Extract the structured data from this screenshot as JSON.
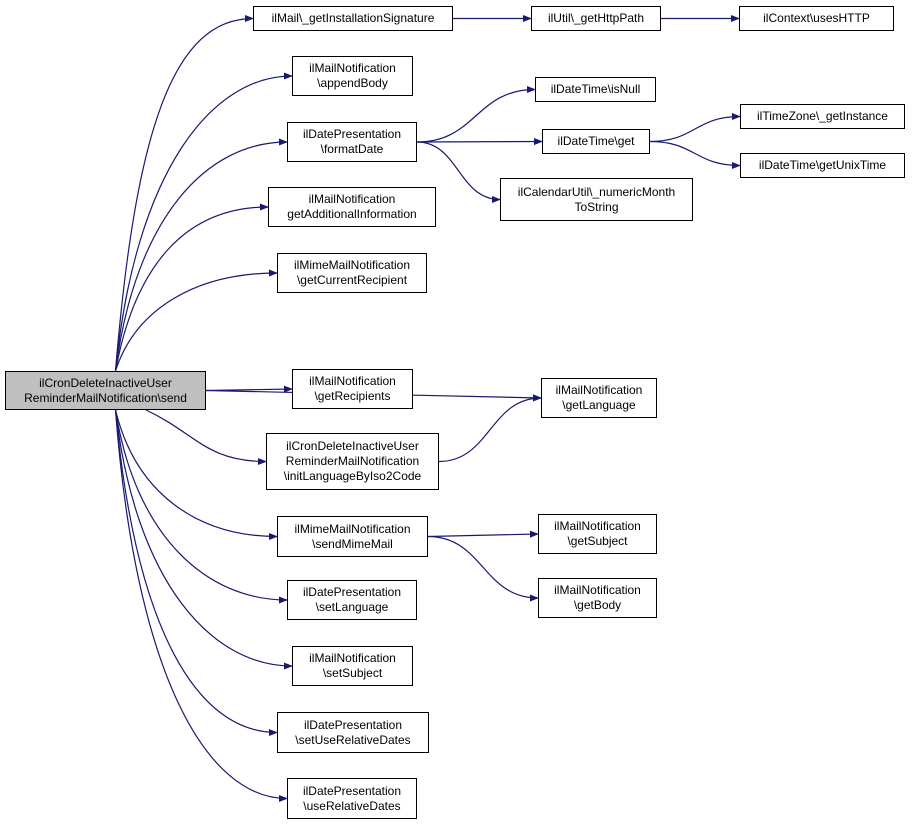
{
  "nodes": [
    {
      "id": "root",
      "lines": [
        "ilCronDeleteInactiveUser",
        "ReminderMailNotification\\send"
      ],
      "root": true
    },
    {
      "id": "getInstallationSignature",
      "lines": [
        "ilMail\\_getInstallationSignature"
      ]
    },
    {
      "id": "getHttpPath",
      "lines": [
        "ilUtil\\_getHttpPath"
      ]
    },
    {
      "id": "usesHTTP",
      "lines": [
        "ilContext\\usesHTTP"
      ]
    },
    {
      "id": "appendBody",
      "lines": [
        "ilMailNotification",
        "\\appendBody"
      ]
    },
    {
      "id": "formatDate",
      "lines": [
        "ilDatePresentation",
        "\\formatDate"
      ]
    },
    {
      "id": "isNull",
      "lines": [
        "ilDateTime\\isNull"
      ]
    },
    {
      "id": "dtget",
      "lines": [
        "ilDateTime\\get"
      ]
    },
    {
      "id": "tzGetInstance",
      "lines": [
        "ilTimeZone\\_getInstance"
      ]
    },
    {
      "id": "getUnixTime",
      "lines": [
        "ilDateTime\\getUnixTime"
      ]
    },
    {
      "id": "numericMonth",
      "lines": [
        "ilCalendarUtil\\_numericMonth",
        "ToString"
      ]
    },
    {
      "id": "getAdditionalInformation",
      "lines": [
        "ilMailNotification",
        "getAdditionalInformation"
      ]
    },
    {
      "id": "getCurrentRecipient",
      "lines": [
        "ilMimeMailNotification",
        "\\getCurrentRecipient"
      ]
    },
    {
      "id": "getLanguage",
      "lines": [
        "ilMailNotification",
        "\\getLanguage"
      ]
    },
    {
      "id": "getRecipients",
      "lines": [
        "ilMailNotification",
        "\\getRecipients"
      ]
    },
    {
      "id": "initLanguage",
      "lines": [
        "ilCronDeleteInactiveUser",
        "ReminderMailNotification",
        "\\initLanguageByIso2Code"
      ]
    },
    {
      "id": "sendMimeMail",
      "lines": [
        "ilMimeMailNotification",
        "\\sendMimeMail"
      ]
    },
    {
      "id": "getSubject",
      "lines": [
        "ilMailNotification",
        "\\getSubject"
      ]
    },
    {
      "id": "getBody",
      "lines": [
        "ilMailNotification",
        "\\getBody"
      ]
    },
    {
      "id": "setLanguage",
      "lines": [
        "ilDatePresentation",
        "\\setLanguage"
      ]
    },
    {
      "id": "setSubject",
      "lines": [
        "ilMailNotification",
        "\\setSubject"
      ]
    },
    {
      "id": "setUseRelativeDates",
      "lines": [
        "ilDatePresentation",
        "\\setUseRelativeDates"
      ]
    },
    {
      "id": "useRelativeDates",
      "lines": [
        "ilDatePresentation",
        "\\useRelativeDates"
      ]
    }
  ],
  "edges": [
    [
      "root",
      "getInstallationSignature"
    ],
    [
      "getInstallationSignature",
      "getHttpPath"
    ],
    [
      "getHttpPath",
      "usesHTTP"
    ],
    [
      "root",
      "appendBody"
    ],
    [
      "root",
      "formatDate"
    ],
    [
      "formatDate",
      "isNull"
    ],
    [
      "formatDate",
      "dtget"
    ],
    [
      "formatDate",
      "numericMonth"
    ],
    [
      "dtget",
      "tzGetInstance"
    ],
    [
      "dtget",
      "getUnixTime"
    ],
    [
      "root",
      "getAdditionalInformation"
    ],
    [
      "root",
      "getCurrentRecipient"
    ],
    [
      "root",
      "getLanguage"
    ],
    [
      "root",
      "getRecipients"
    ],
    [
      "root",
      "initLanguage"
    ],
    [
      "initLanguage",
      "getLanguage"
    ],
    [
      "root",
      "sendMimeMail"
    ],
    [
      "sendMimeMail",
      "getSubject"
    ],
    [
      "sendMimeMail",
      "getBody"
    ],
    [
      "root",
      "setLanguage"
    ],
    [
      "root",
      "setSubject"
    ],
    [
      "root",
      "setUseRelativeDates"
    ],
    [
      "root",
      "useRelativeDates"
    ]
  ],
  "colors": {
    "edge": "#191970",
    "root_fill": "#bfbfbf",
    "node_fill": "#ffffff",
    "border": "#000000"
  }
}
